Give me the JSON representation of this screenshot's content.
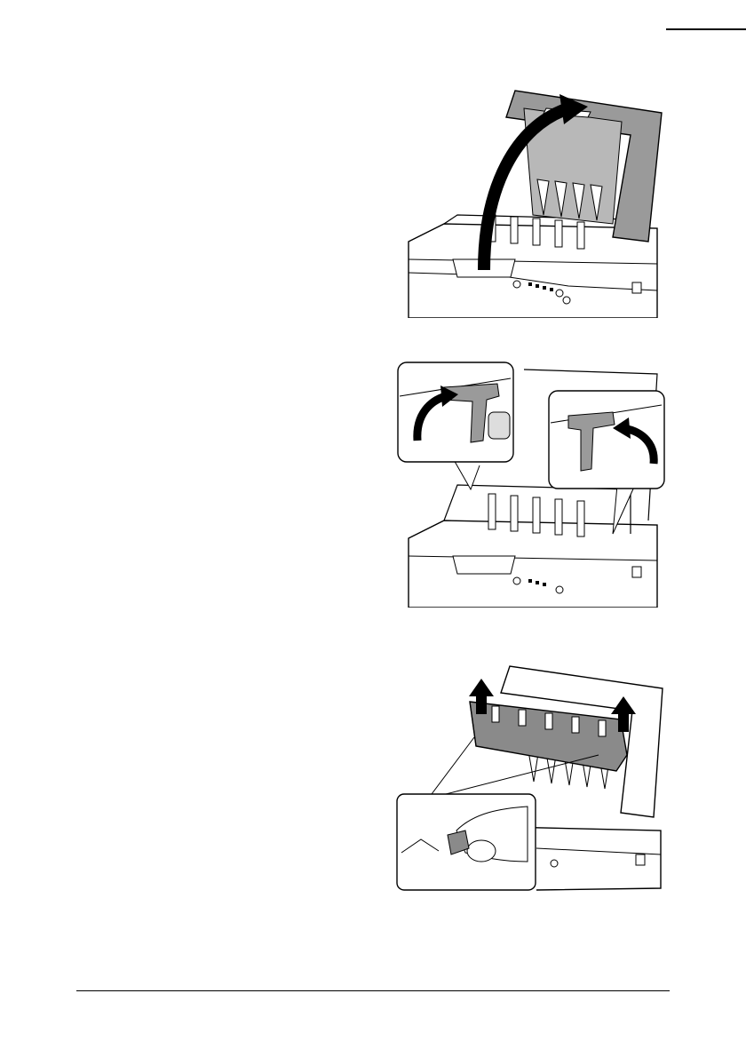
{
  "page": {
    "figures": [
      {
        "icon": "printer-open-top-cover-illustration"
      },
      {
        "icon": "printer-fuser-levers-illustration"
      },
      {
        "icon": "printer-remove-fuser-illustration"
      }
    ]
  }
}
